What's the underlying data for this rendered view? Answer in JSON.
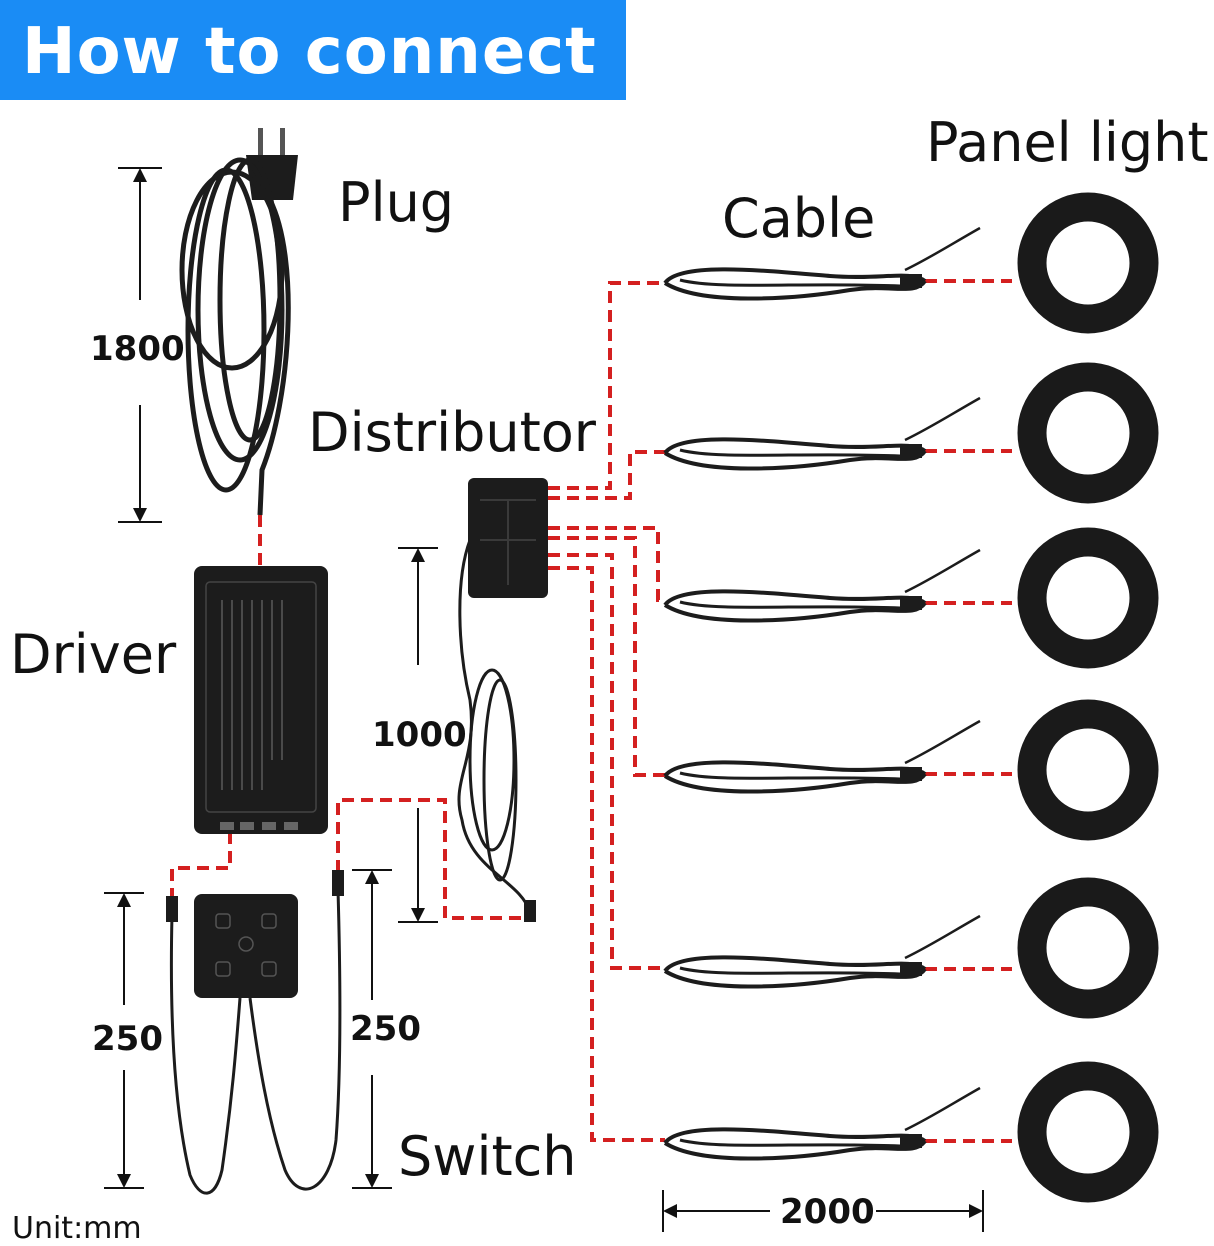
{
  "header": {
    "title": "How to connect"
  },
  "labels": {
    "plug": "Plug",
    "driver": "Driver",
    "distributor": "Distributor",
    "cable": "Cable",
    "panel_light": "Panel light",
    "switch": "Switch",
    "unit": "Unit:mm"
  },
  "dimensions": {
    "plug_cord": "1800",
    "distributor_cord": "1000",
    "switch_lead_left": "250",
    "switch_lead_right": "250",
    "cable_length": "2000"
  },
  "colors": {
    "header_bg": "#1a8cf5",
    "dashed_line": "#d42020",
    "device": "#1c1c1c"
  },
  "panel_light_count": 6
}
